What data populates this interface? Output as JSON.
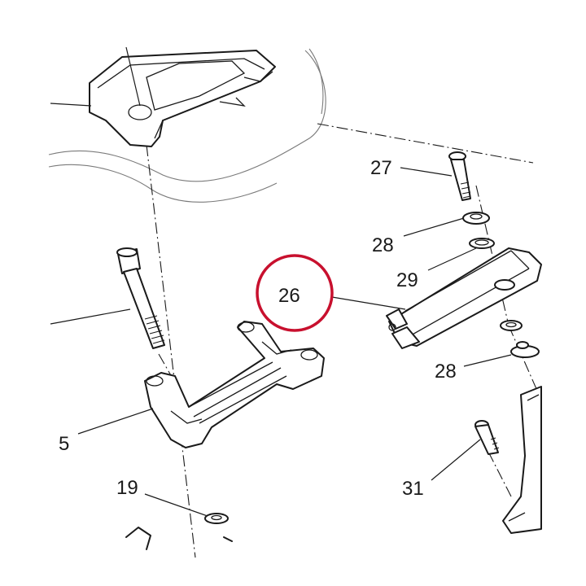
{
  "labels": {
    "part_27": "27",
    "part_28_upper": "28",
    "part_29": "29",
    "part_26": "26",
    "part_28_lower": "28",
    "part_5": "5",
    "part_19": "19",
    "part_31": "31"
  },
  "highlight": {
    "callout": "26",
    "color": "#c8102e"
  }
}
